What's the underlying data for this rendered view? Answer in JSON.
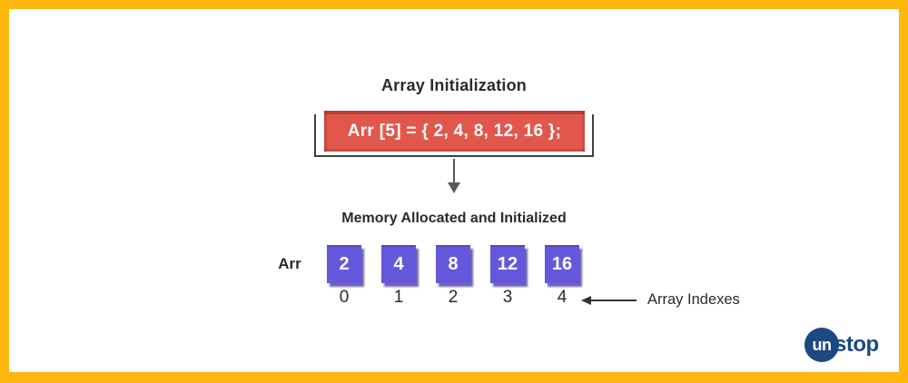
{
  "frame": {
    "border_color": "#FFB70D",
    "background": "#FFFFFF"
  },
  "title": {
    "text": "Array Initialization",
    "color": "#2B2B2B"
  },
  "code_box": {
    "text": "Arr [5] = { 2, 4, 8, 12, 16 };",
    "background": "#E2574C",
    "text_color": "#FFFFFF"
  },
  "flow": {
    "memory_label": "Memory Allocated and Initialized"
  },
  "array": {
    "label": "Arr",
    "cell_color": "#6358DC",
    "cell_shadow_color": "#4A3FAE",
    "values": [
      "2",
      "4",
      "8",
      "12",
      "16"
    ],
    "indexes": [
      "0",
      "1",
      "2",
      "3",
      "4"
    ]
  },
  "annotations": {
    "array_indexes": "Array Indexes"
  },
  "logo": {
    "circle_text": "un",
    "rest_text": "stop",
    "color": "#1C4980"
  }
}
